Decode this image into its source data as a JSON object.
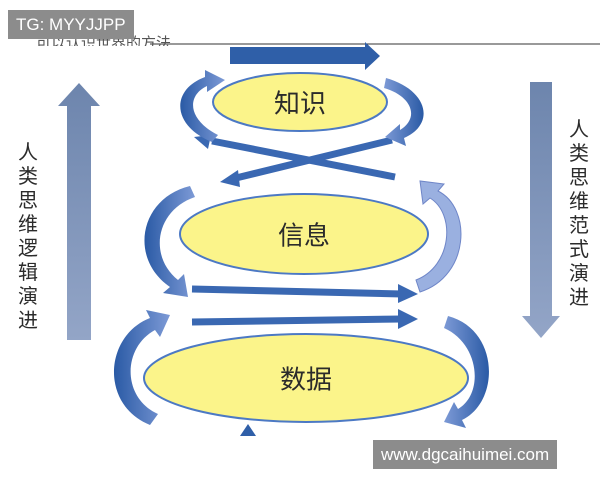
{
  "watermark_top": "TG: MYYJJPP",
  "watermark_bottom": "www.dgcaihuimei.com",
  "cropped_caption": "可以认识世界的方法",
  "left_label": "人类思维逻辑演进",
  "right_label": "人类思维范式演进",
  "levels": [
    {
      "id": "knowledge",
      "label": "知识"
    },
    {
      "id": "information",
      "label": "信息"
    },
    {
      "id": "data",
      "label": "数据"
    }
  ],
  "colors": {
    "ellipse_fill": "#fbf48a",
    "ellipse_stroke": "#4c79c4",
    "arrow_dark": "#2f5fa8",
    "arrow_light": "#8aa0d8",
    "side_arrow": "#7f93b6",
    "watermark_bg": "#8c8c8c"
  }
}
